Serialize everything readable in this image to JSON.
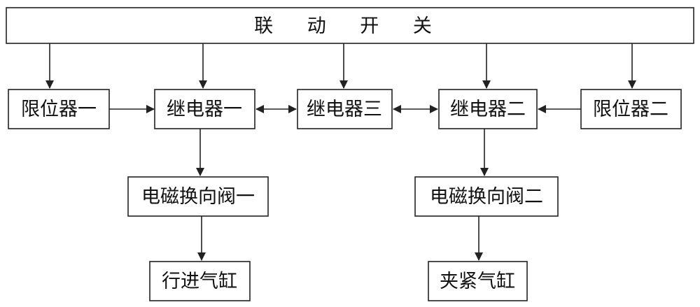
{
  "title": "联 动 开 关",
  "nodes": {
    "limit_switch_1": "限位器一",
    "relay_1": "继电器一",
    "relay_3": "继电器三",
    "relay_2": "继电器二",
    "limit_switch_2": "限位器二",
    "solenoid_valve_1": "电磁换向阀一",
    "solenoid_valve_2": "电磁换向阀二",
    "travel_cylinder": "行进气缸",
    "clamp_cylinder": "夹紧气缸"
  },
  "colors": {
    "stroke": "#222222",
    "background": "#ffffff"
  }
}
